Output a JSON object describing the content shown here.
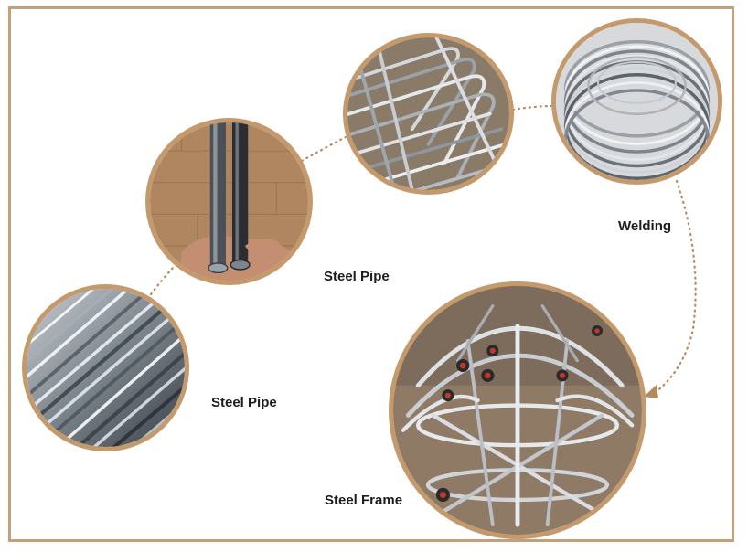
{
  "labels": {
    "steel_pipe_top": "Steel Pipe",
    "steel_pipe_bottom": "Steel Pipe",
    "welding": "Welding",
    "steel_frame": "Steel Frame"
  },
  "colors": {
    "frame_border": "#c2a07a",
    "circle_border": "#c49a6c",
    "connector": "#b48a5a"
  },
  "photos": [
    {
      "name": "steel-pipe-bundle-photo",
      "depicts": "bundle of steel pipes"
    },
    {
      "name": "steel-pipe-in-hand-photo",
      "depicts": "hand holding steel pipe"
    },
    {
      "name": "bent-rods-photo",
      "depicts": "pile of bent steel rods"
    },
    {
      "name": "wire-coil-photo",
      "depicts": "coil of steel wire"
    },
    {
      "name": "steel-frame-photo",
      "depicts": "wheeled steel frames"
    }
  ]
}
